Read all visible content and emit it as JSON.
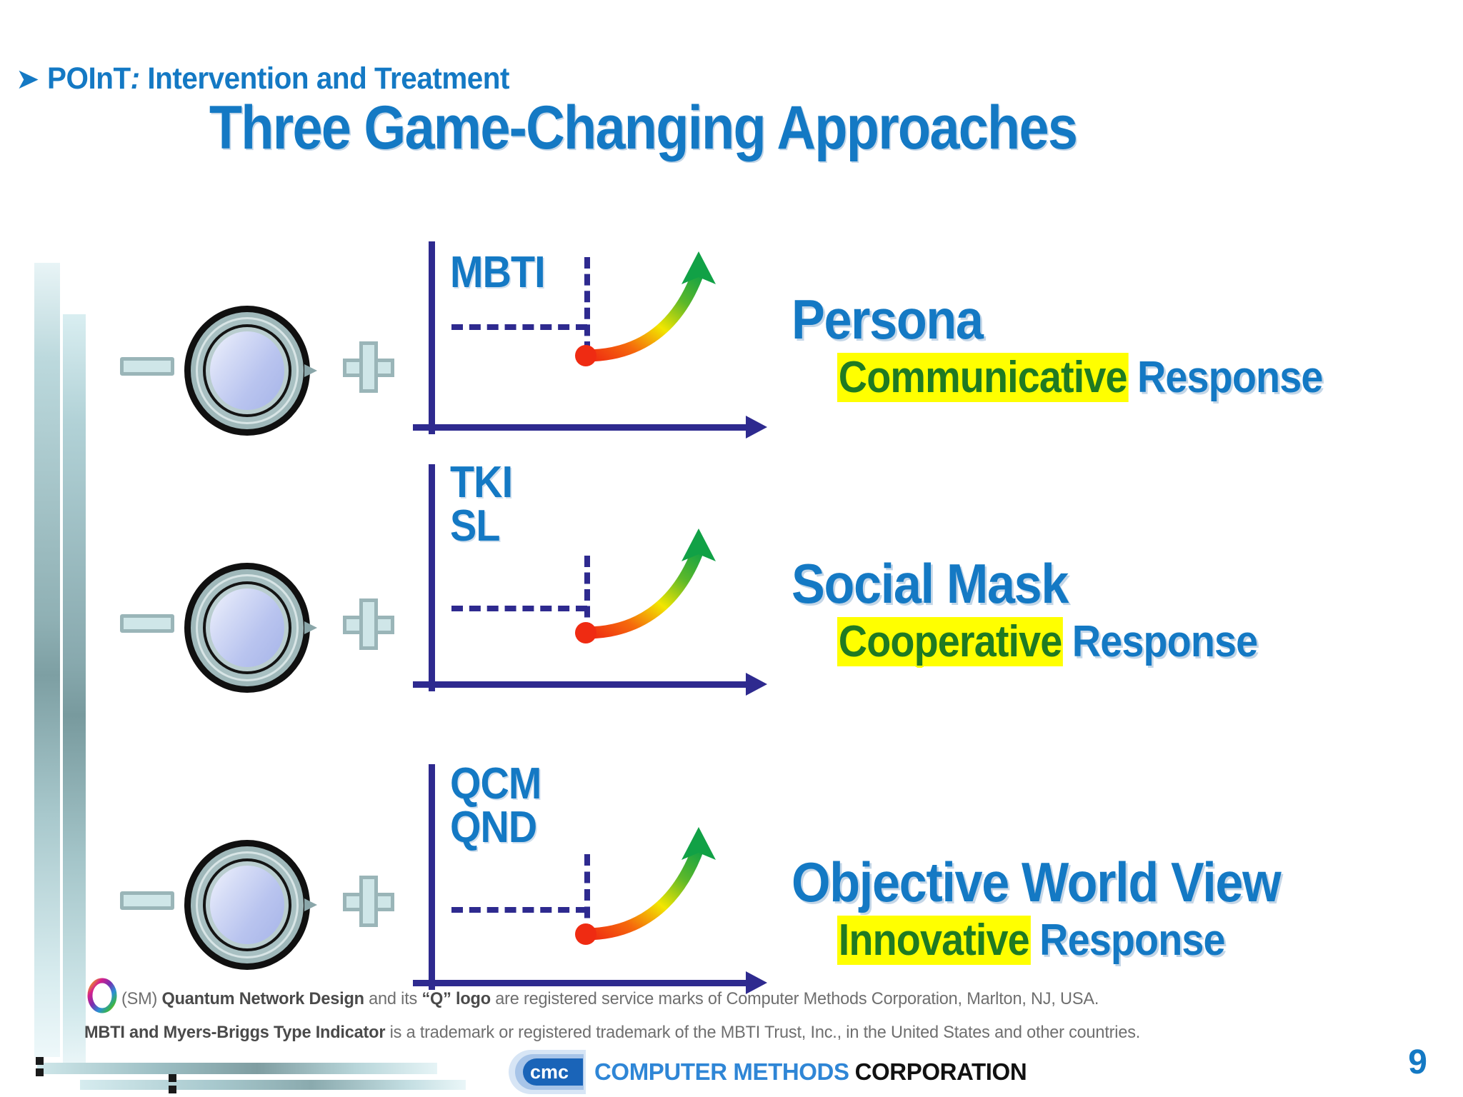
{
  "header": {
    "eyebrow_prefix": "POInT",
    "eyebrow_sep": ":",
    "eyebrow_rest": " Intervention and Treatment",
    "title": "Three Game-Changing Approaches"
  },
  "colors": {
    "accent_blue": "#1479c4",
    "axis_navy": "#2e2a8f",
    "highlight_yellow": "#ffff00",
    "highlight_green": "#1f7a22",
    "curve_start_red": "#ef2b12",
    "curve_mid_yellow": "#f2e600",
    "curve_end_green": "#17a84a",
    "sphere_teal": "#9fb8ba",
    "deco_teal": "#8fb0b4"
  },
  "rows": [
    {
      "minus_icon": "minus-icon",
      "sphere_icon": "sphere-icon",
      "plus_icon": "plus-icon",
      "graph_label": "MBTI",
      "title": "Persona",
      "sub_highlight": "Communicative",
      "sub_rest": "Response"
    },
    {
      "minus_icon": "minus-icon",
      "sphere_icon": "sphere-icon",
      "plus_icon": "plus-icon",
      "graph_label": "TKI\nSL",
      "title": "Social Mask",
      "sub_highlight": "Cooperative",
      "sub_rest": "Response"
    },
    {
      "minus_icon": "minus-icon",
      "sphere_icon": "sphere-icon",
      "plus_icon": "plus-icon",
      "graph_label": "QCM\nQND",
      "title": "Objective World View",
      "sub_highlight": "Innovative",
      "sub_rest": "Response"
    }
  ],
  "footnotes": {
    "line1_a": "(SM) ",
    "line1_b": "Quantum Network Design",
    "line1_c": " and its ",
    "line1_d": "“Q” logo",
    "line1_e": " are registered service marks of Computer Methods Corporation, Marlton, NJ, USA.",
    "line2_a": "MBTI and Myers-Briggs Type Indicator",
    "line2_b": " is a trademark or registered trademark of the MBTI Trust, Inc., in the United States and other countries."
  },
  "footer": {
    "badge_text": "cmc",
    "corp_blue": "COMPUTER METHODS",
    "corp_black": "CORPORATION",
    "page_number": "9"
  }
}
